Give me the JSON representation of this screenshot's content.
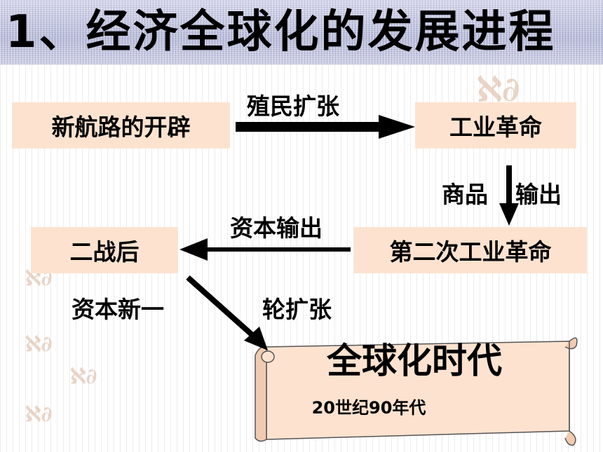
{
  "title": "1、经济全球化的发展进程",
  "nodes": {
    "new_route": "新航路的开辟",
    "industrial_revolution": "工业革命",
    "second_industrial_revolution": "第二次工业革命",
    "post_ww2": "二战后",
    "globalization_era": "全球化时代",
    "globalization_era_date": "20世纪90年代"
  },
  "edges": {
    "colonial_expansion": "殖民扩张",
    "goods_label": "商品",
    "output_label": "输出",
    "capital_export": "资本输出",
    "new_round_part1": "资本新一",
    "new_round_part2": "轮扩张"
  },
  "colors": {
    "box_fill": "#fde3cf",
    "title_band": "#c3c6df",
    "arrow": "#000000"
  }
}
